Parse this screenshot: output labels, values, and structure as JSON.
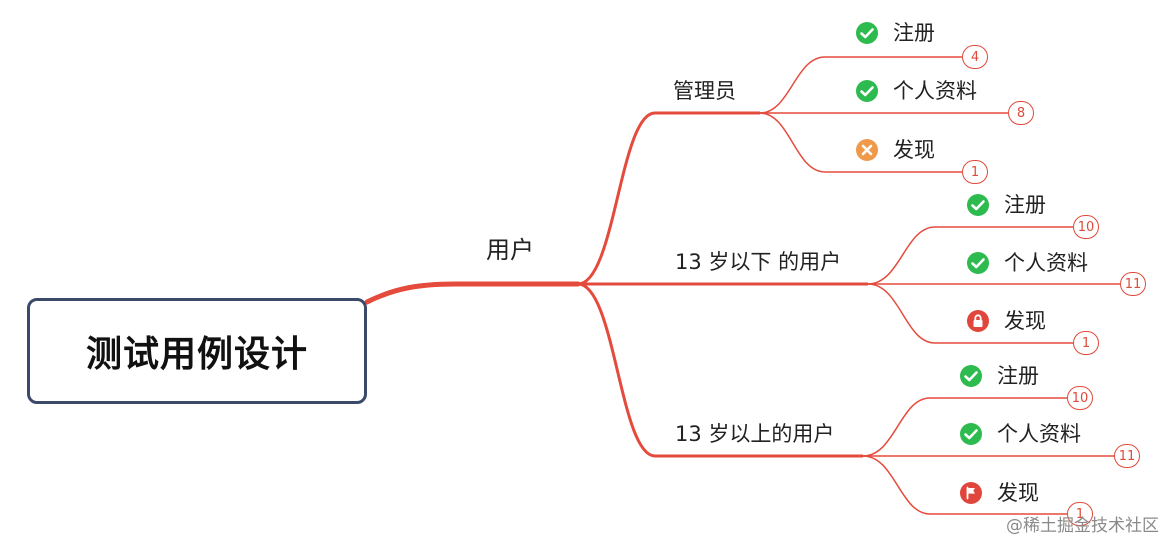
{
  "root": {
    "label": "测试用例设计"
  },
  "branch": {
    "label": "用户"
  },
  "groups": [
    {
      "label": "管理员",
      "items": [
        {
          "label": "注册",
          "icon": "check-circle-icon",
          "status_color": "#2dba4e",
          "count": "4"
        },
        {
          "label": "个人资料",
          "icon": "check-circle-icon",
          "status_color": "#2dba4e",
          "count": "8"
        },
        {
          "label": "发现",
          "icon": "x-circle-icon",
          "status_color": "#f0994a",
          "count": "1"
        }
      ]
    },
    {
      "label": "13 岁以下 的用户",
      "items": [
        {
          "label": "注册",
          "icon": "check-circle-icon",
          "status_color": "#2dba4e",
          "count": "10"
        },
        {
          "label": "个人资料",
          "icon": "check-circle-icon",
          "status_color": "#2dba4e",
          "count": "11"
        },
        {
          "label": "发现",
          "icon": "lock-icon",
          "status_color": "#e0463b",
          "count": "1"
        }
      ]
    },
    {
      "label": "13 岁以上的用户",
      "items": [
        {
          "label": "注册",
          "icon": "check-circle-icon",
          "status_color": "#2dba4e",
          "count": "10"
        },
        {
          "label": "个人资料",
          "icon": "check-circle-icon",
          "status_color": "#2dba4e",
          "count": "11"
        },
        {
          "label": "发现",
          "icon": "flag-icon",
          "status_color": "#e0463b",
          "count": "1"
        }
      ]
    }
  ],
  "colors": {
    "branch": "#e54b3c",
    "root_border": "#3b4a6b",
    "badge": "#e04a3a"
  },
  "watermark": "@稀土掘金技术社区"
}
